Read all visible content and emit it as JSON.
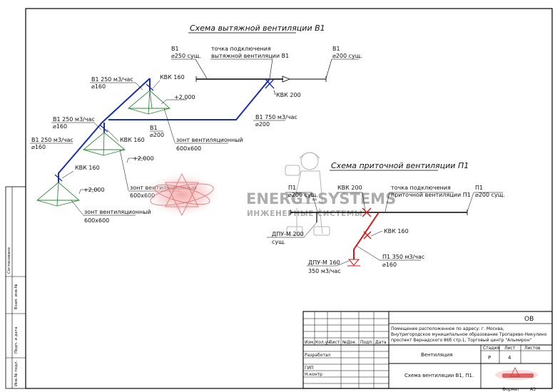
{
  "colors": {
    "exhaust_duct": "#1a2fb8",
    "supply_duct": "#d81818",
    "hood": "#2e8b3a",
    "existing_duct": "#000000",
    "watermark_gray": "#8a8a8a",
    "watermark_red": "#e06060"
  },
  "exhaust": {
    "title": "Схема вытяжной вентиляции В1",
    "conn_b1": "В1",
    "conn_d": "⌀250  сущ.",
    "conn_note1": "точка подключения",
    "conn_note2": "вытяжной вентиляции В1",
    "right_b1": "В1",
    "right_d": "⌀200  сущ.",
    "kvk200": "КВК 200",
    "main_label": "В1  750 м3/час",
    "main_d": "⌀200",
    "b1_d200": "В1",
    "d200": "⌀200",
    "branch1_label": "В1  250 м3/час",
    "branch1_d": "⌀160",
    "branch2_label": "В1  250 м3/час",
    "branch2_d": "⌀160",
    "branch3_label": "В1  250 м3/час",
    "branch3_d": "⌀160",
    "kvk160_1": "КВК 160",
    "kvk160_2": "КВК 160",
    "kvk160_3": "КВК 160",
    "elev1": "+2,000",
    "elev2": "+2,000",
    "elev3": "+2,000",
    "hood1_name": "зонт вентиляционный",
    "hood1_size": "600х600",
    "hood2_name": "зонт вентиляционный",
    "hood2_size": "600х600",
    "hood3_name": "зонт вентиляционный",
    "hood3_size": "600х600"
  },
  "supply": {
    "title": "Схема приточной вентиляции П1",
    "p1_left": "П1",
    "p1_left_d": "⌀200  сущ.",
    "kvk200": "КВК 200",
    "conn_note1": "точка подключения",
    "conn_note2": "приточной вентиляции П1",
    "p1_right": "П1",
    "p1_right_d": "⌀200  сущ.",
    "dpu200": "ДПУ-М 200",
    "dpu200_sub": "сущ.",
    "kvk160": "КВК 160",
    "branch_label": "П1   350 м3/час",
    "branch_d": "⌀160",
    "dpu160": "ДПУ-М 160",
    "dpu160_flow": "350 м3/час"
  },
  "watermark": {
    "brand": "ENERGY-SYSTEMS",
    "sub": "ИНЖЕНЕРНЫЕ СИСТЕМЫ"
  },
  "title_block": {
    "code": "ОВ",
    "desc_l1": "Помещение             расположенное по адресу: г. Москва,",
    "desc_l2": "Внутригородское муниципальное образование  Тропарево-Никулино",
    "desc_l3": "проспект Вернадского 86б стр.1, Торговый центр \"Альмирон\"",
    "col_izm": "Изм.",
    "col_kol": "Кол.уч.",
    "col_list": "Лист",
    "col_doc": "№Док.",
    "col_podp": "Подп.",
    "col_data": "Дата",
    "row_razrab": "Разработал",
    "row_gip": "ГИП",
    "row_nkontr": "Н.контр",
    "section": "Вентиляция",
    "stadia_h": "Стадия",
    "list_h": "Лист",
    "listov_h": "Листов",
    "stadia": "Р",
    "list": "4",
    "sheet_title": "Схема вентиляции В1, П1.",
    "format_label": "Формат",
    "format": "А3"
  },
  "side_stamp": {
    "f1": "Согласовано",
    "f2": "Взам. инв.№",
    "f3": "Подп. и дата",
    "f4": "Инв.№ подл."
  }
}
